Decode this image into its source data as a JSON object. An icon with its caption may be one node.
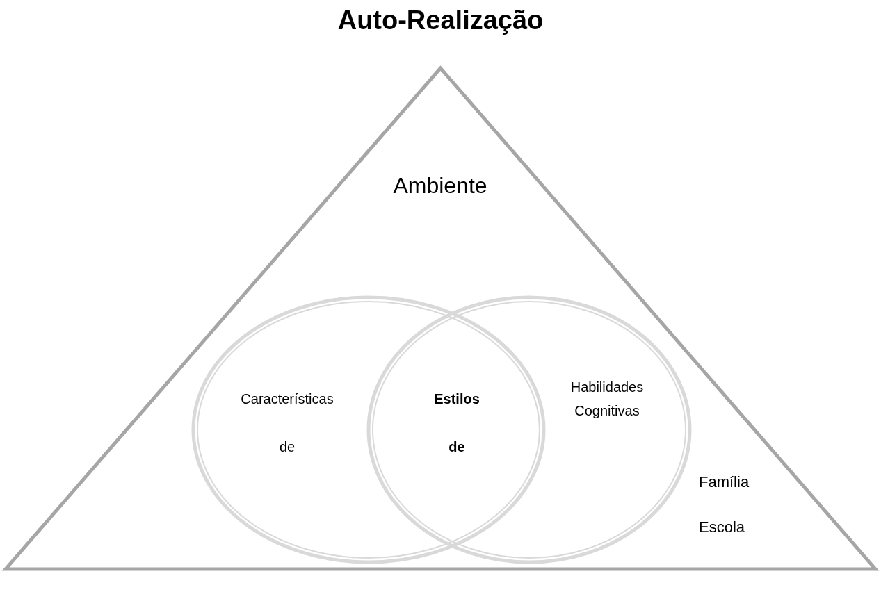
{
  "diagram": {
    "title": "Auto-Realização",
    "nodes": [
      {
        "text": [
          "Ambiente",
          "Família",
          "Escola"
        ]
      },
      {
        "text": [
          "Características de"
        ],
        "in": 0
      },
      {
        "text": [
          "Habilidades Cognitivas"
        ],
        "in": 0
      }
    ],
    "labels": [
      "Estilos de"
    ]
  }
}
